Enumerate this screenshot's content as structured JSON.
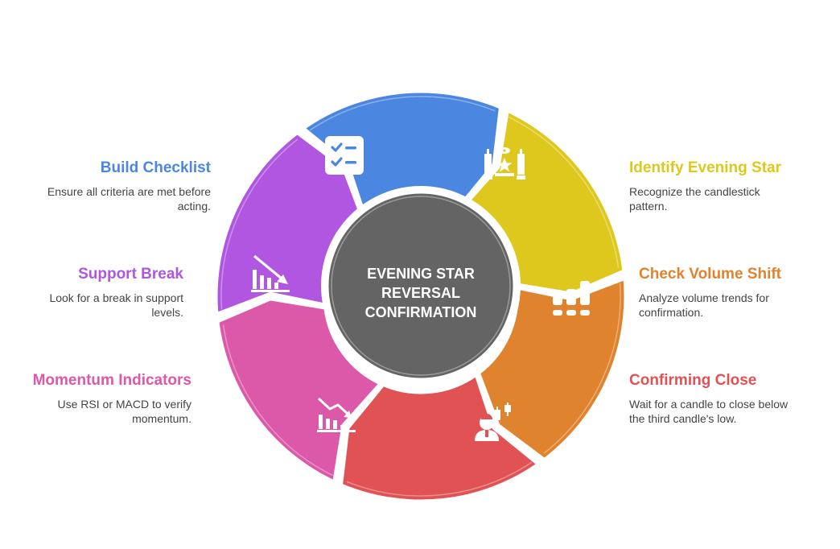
{
  "center": {
    "lines": [
      "EVENING STAR",
      "REVERSAL",
      "CONFIRMATION"
    ]
  },
  "steps": [
    {
      "key": "identify",
      "title": "Identify Evening Star",
      "desc_lines": [
        "Recognize the candlestick",
        "pattern."
      ],
      "color": "#dfc81d",
      "icon": "candlestick-star-icon"
    },
    {
      "key": "volume",
      "title": "Check Volume Shift",
      "desc_lines": [
        "Analyze volume trends for",
        "confirmation."
      ],
      "color": "#e0832f",
      "icon": "volume-bars-icon"
    },
    {
      "key": "close",
      "title": "Confirming Close",
      "desc_lines": [
        "Wait for a candle to close below",
        "the third candle's low."
      ],
      "color": "#e05253",
      "icon": "trader-candles-icon"
    },
    {
      "key": "momentum",
      "title": "Momentum Indicators",
      "desc_lines": [
        "Use RSI or MACD to verify",
        "momentum."
      ],
      "color": "#dc58a9",
      "icon": "declining-chart-icon"
    },
    {
      "key": "support",
      "title": "Support Break",
      "desc_lines": [
        "Look for a break in support",
        "levels."
      ],
      "color": "#b056e0",
      "icon": "downtrend-chart-icon"
    },
    {
      "key": "checklist",
      "title": "Build Checklist",
      "desc_lines": [
        "Ensure all criteria are met before",
        "acting."
      ],
      "color": "#4b87e0",
      "icon": "checklist-icon"
    }
  ],
  "colors": {
    "center_fill": "#646464",
    "center_text": "#ffffff",
    "desc_text": "#444444"
  }
}
